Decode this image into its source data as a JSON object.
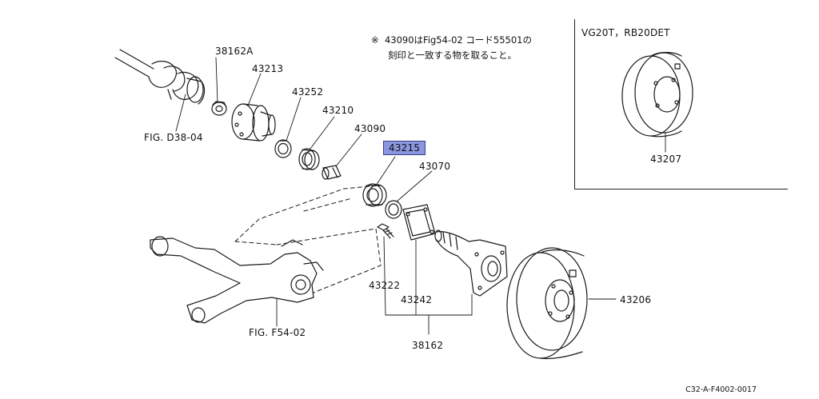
{
  "note": {
    "symbol": "※",
    "line1": "43090はFig54-02 コード55501の",
    "line2": "刻印と一致する物を取ること。"
  },
  "variant": {
    "title": "VG20T，RB20DET",
    "part": "43207"
  },
  "labels": {
    "p38162a": "38162A",
    "p43213": "43213",
    "p43252": "43252",
    "p43210": "43210",
    "p43090": "43090",
    "p43215": "43215",
    "p43070": "43070",
    "p43222": "43222",
    "p43242": "43242",
    "p38162": "38162",
    "p43206": "43206",
    "fig_d38": "FIG. D38-04",
    "fig_f54": "FIG. F54-02"
  },
  "highlight_color": "#8c96e0",
  "code": "C32-A-F4002-0017"
}
